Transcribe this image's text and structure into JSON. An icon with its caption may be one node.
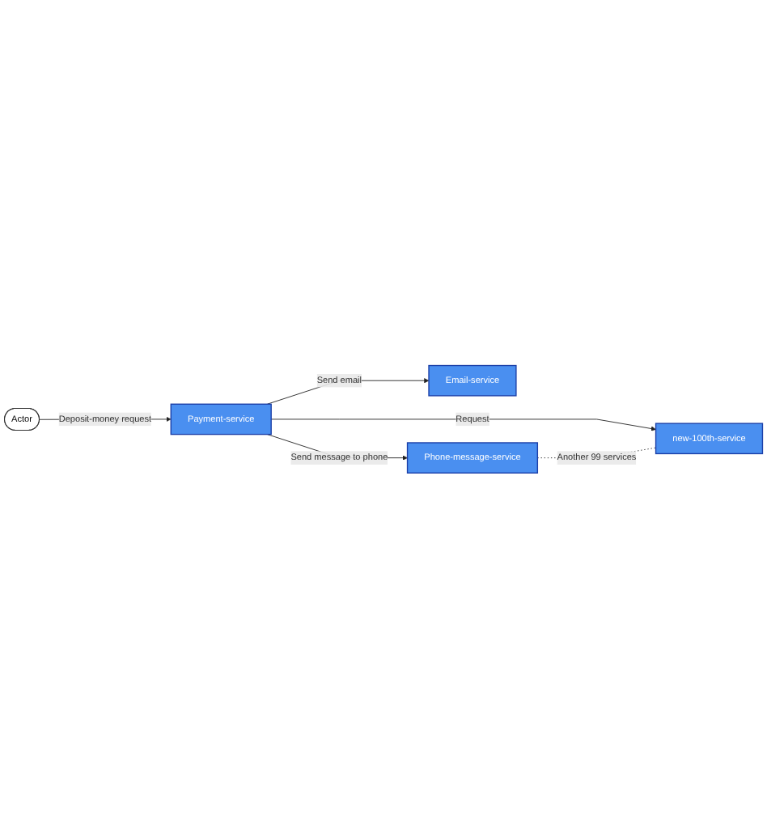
{
  "diagram": {
    "nodes": [
      {
        "text": [
          "Actor"
        ]
      },
      {
        "text": [
          "Payment-service"
        ]
      },
      {
        "text": [
          "Email-service"
        ]
      },
      {
        "text": [
          "Phone-message-service"
        ]
      },
      {
        "text": [
          "new-100th-service"
        ]
      }
    ],
    "edges": [
      {
        "from": 0,
        "to": 1,
        "arrow": "to",
        "label": "Deposit-money request"
      },
      {
        "from": 1,
        "to": 2,
        "arrow": "to",
        "label": "Send email"
      },
      {
        "from": 1,
        "to": 3,
        "arrow": "to",
        "label": "Send message to phone"
      },
      {
        "from": 1,
        "to": 4,
        "arrow": "to",
        "label": "Request"
      },
      {
        "from": 3,
        "to": 4,
        "arrow": "none",
        "label": "Another 99 services",
        "style": "dashed"
      }
    ]
  }
}
